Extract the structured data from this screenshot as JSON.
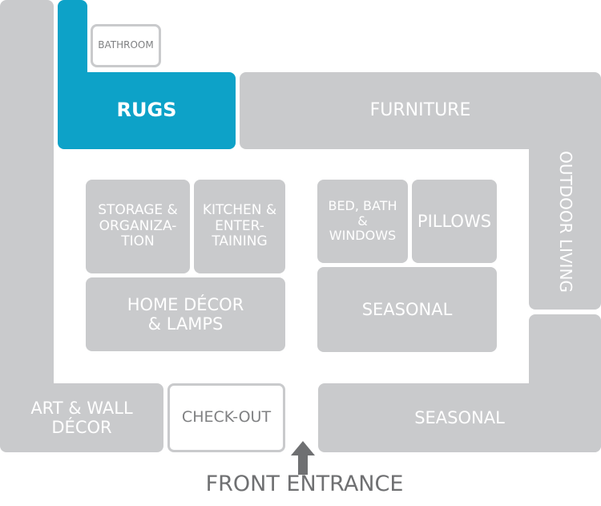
{
  "map": {
    "departments": {
      "bathroom": "BATHROOM",
      "rugs": "RUGS",
      "furniture": "FURNITURE",
      "outdoor_living": "OUTDOOR LIVING",
      "storage_organization": "STORAGE & ORGANIZA- TION",
      "kitchen_entertaining": "KITCHEN & ENTER- TAINING",
      "bed_bath_windows": "BED, BATH & WINDOWS",
      "pillows": "PILLOWS",
      "home_decor_lamps": "HOME DÉCOR & LAMPS",
      "seasonal_center": "SEASONAL",
      "art_wall_decor": "ART & WALL DÉCOR",
      "check_out": "CHECK-OUT",
      "seasonal_front": "SEASONAL"
    },
    "front_entrance": "FRONT ENTRANCE",
    "colors": {
      "highlight": "#0da2c8",
      "block": "#c9cacc",
      "block_text": "#ffffff",
      "outline_text": "#7f8082",
      "entrance_text": "#6f7072"
    }
  }
}
